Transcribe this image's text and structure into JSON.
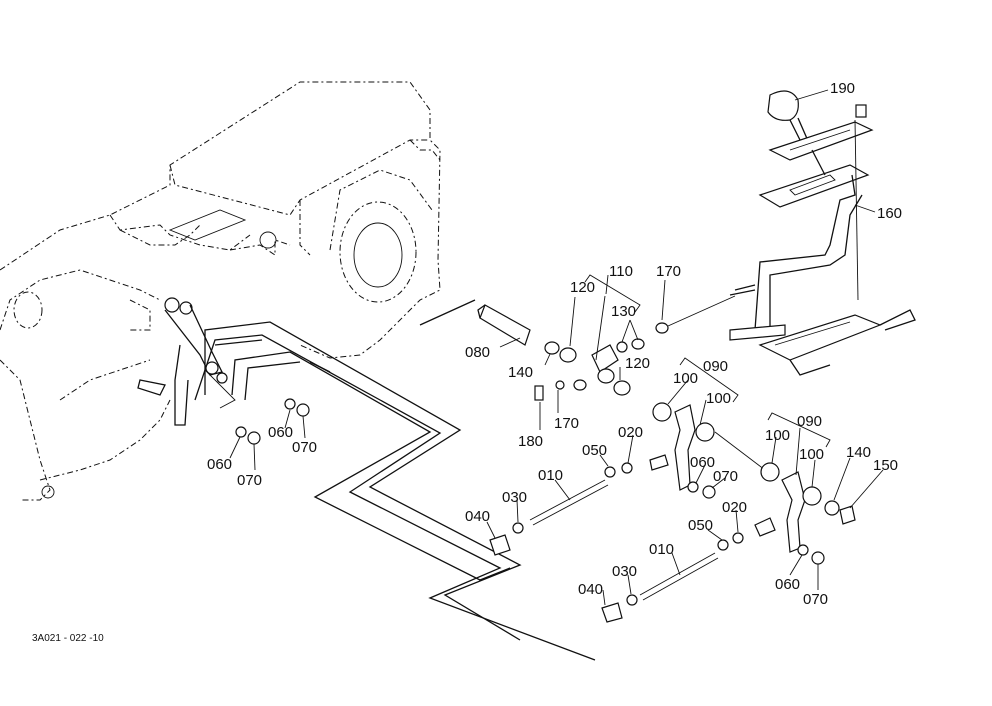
{
  "drawing_code": "3A021 - 022 -10",
  "labels": [
    "190",
    "160",
    "110",
    "170",
    "120",
    "130",
    "080",
    "140",
    "120",
    "170",
    "180",
    "100",
    "090",
    "100",
    "020",
    "050",
    "010",
    "060",
    "070",
    "030",
    "040",
    "060",
    "070",
    "060",
    "070",
    "100",
    "090",
    "100",
    "140",
    "150",
    "020",
    "050",
    "010",
    "030",
    "040",
    "060",
    "070"
  ]
}
